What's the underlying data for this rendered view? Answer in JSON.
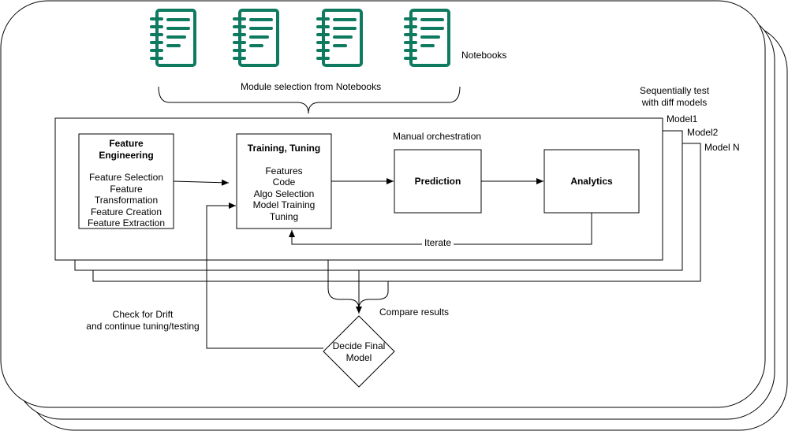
{
  "labels": {
    "notebooks": "Notebooks",
    "module_selection": "Module selection from Notebooks",
    "sequential_test": [
      "Sequentially test",
      "with diff models"
    ],
    "model1": "Model1",
    "model2": "Model2",
    "modelN": "Model N",
    "manual_orchestration": "Manual orchestration",
    "iterate": "Iterate",
    "compare_results": "Compare results",
    "check_drift": [
      "Check for Drift",
      "and continue tuning/testing"
    ]
  },
  "boxes": {
    "feature_engineering": {
      "title": [
        "Feature",
        "Engineering"
      ],
      "items": [
        "Feature Selection",
        "Feature",
        "Transformation",
        "Feature Creation",
        "Feature Extraction"
      ]
    },
    "training_tuning": {
      "title": "Training, Tuning",
      "items": [
        "Features",
        "Code",
        "Algo Selection",
        "Model Training",
        "Tuning"
      ]
    },
    "prediction": {
      "title": "Prediction"
    },
    "analytics": {
      "title": "Analytics"
    },
    "decide_final_model": {
      "lines": [
        "Decide Final",
        "Model"
      ]
    }
  },
  "icons": {
    "notebook": "notebook-icon",
    "count": 4,
    "color": "#0E7A5F"
  },
  "colors": {
    "stroke": "#000000",
    "icon": "#0E7A5F"
  }
}
